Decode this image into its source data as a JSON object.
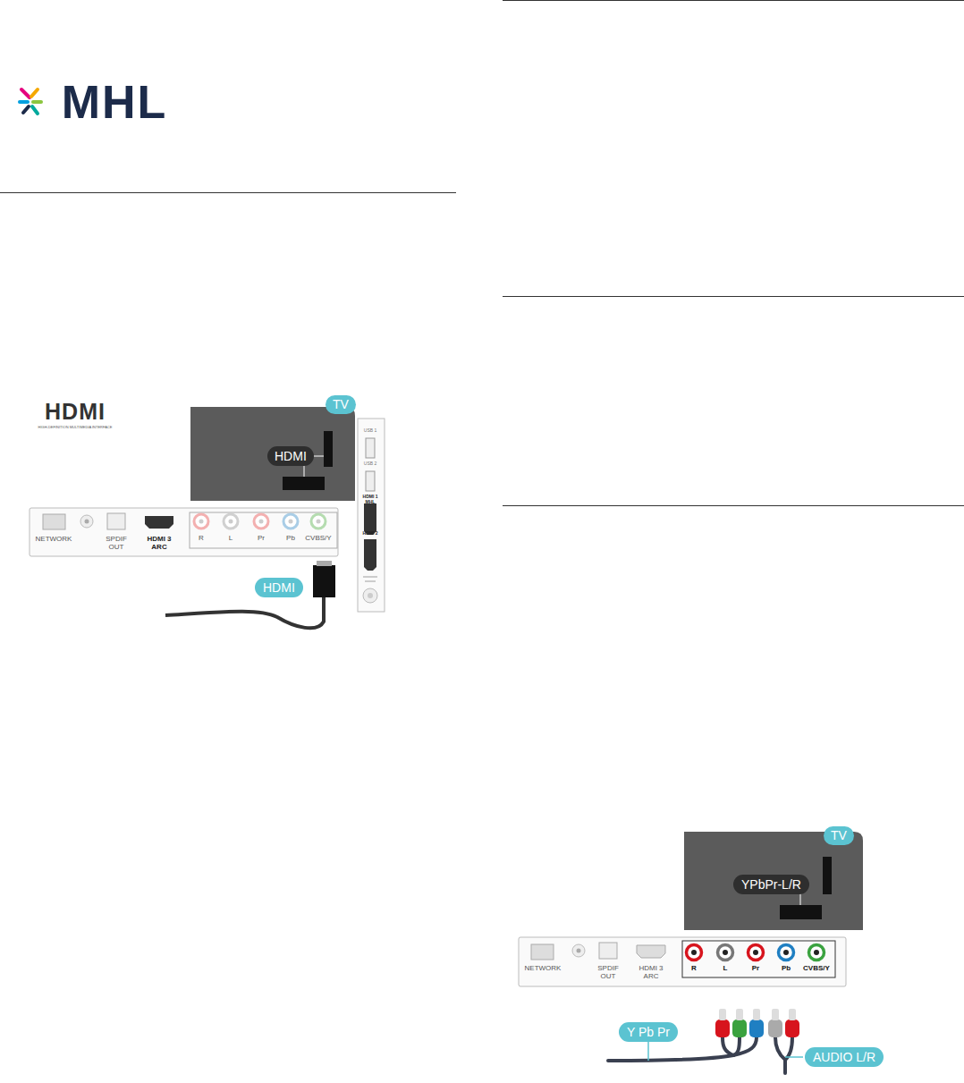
{
  "diagram": {
    "nodes": [
      {
        "text": [
          "TV"
        ]
      },
      {
        "text": [
          "HDMI"
        ]
      },
      {
        "text": [
          "HDMI"
        ]
      },
      {
        "text": [
          "TV"
        ]
      },
      {
        "text": [
          "YPbPr-L/R"
        ]
      },
      {
        "text": [
          "Y Pb Pr"
        ]
      },
      {
        "text": [
          "AUDIO L/R"
        ]
      }
    ],
    "edges": [],
    "labels": [
      "MHL",
      "HDMI",
      "HIGH-DEFINITION MULTIMEDIA INTERFACE",
      "NETWORK",
      "SPDIF OUT",
      "HDMI 3 ARC",
      "R",
      "L",
      "Pr",
      "Pb",
      "CVBS/Y",
      "USB 1",
      "USB 2",
      "HDMI 1 MHL",
      "HDMI 2",
      "NETWORK",
      "SPDIF OUT",
      "HDMI 3 ARC",
      "R",
      "L",
      "Pr",
      "Pb",
      "CVBS/Y"
    ]
  }
}
